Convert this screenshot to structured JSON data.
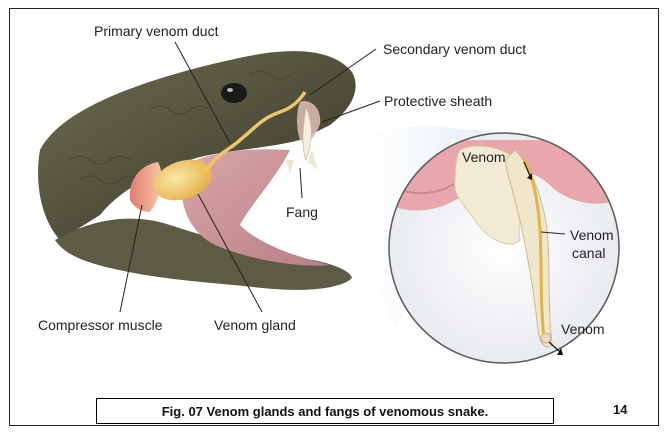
{
  "labels": {
    "primary_venom_duct": "Primary venom duct",
    "secondary_venom_duct": "Secondary venom duct",
    "protective_sheath": "Protective sheath",
    "fang": "Fang",
    "compressor_muscle": "Compressor muscle",
    "venom_gland": "Venom gland",
    "inset_venom_top": "Venom",
    "inset_venom_canal_1": "Venom",
    "inset_venom_canal_2": "canal",
    "inset_venom_bottom": "Venom"
  },
  "caption": "Fig. 07 Venom glands and fangs of venomous snake.",
  "page_number": "14"
}
